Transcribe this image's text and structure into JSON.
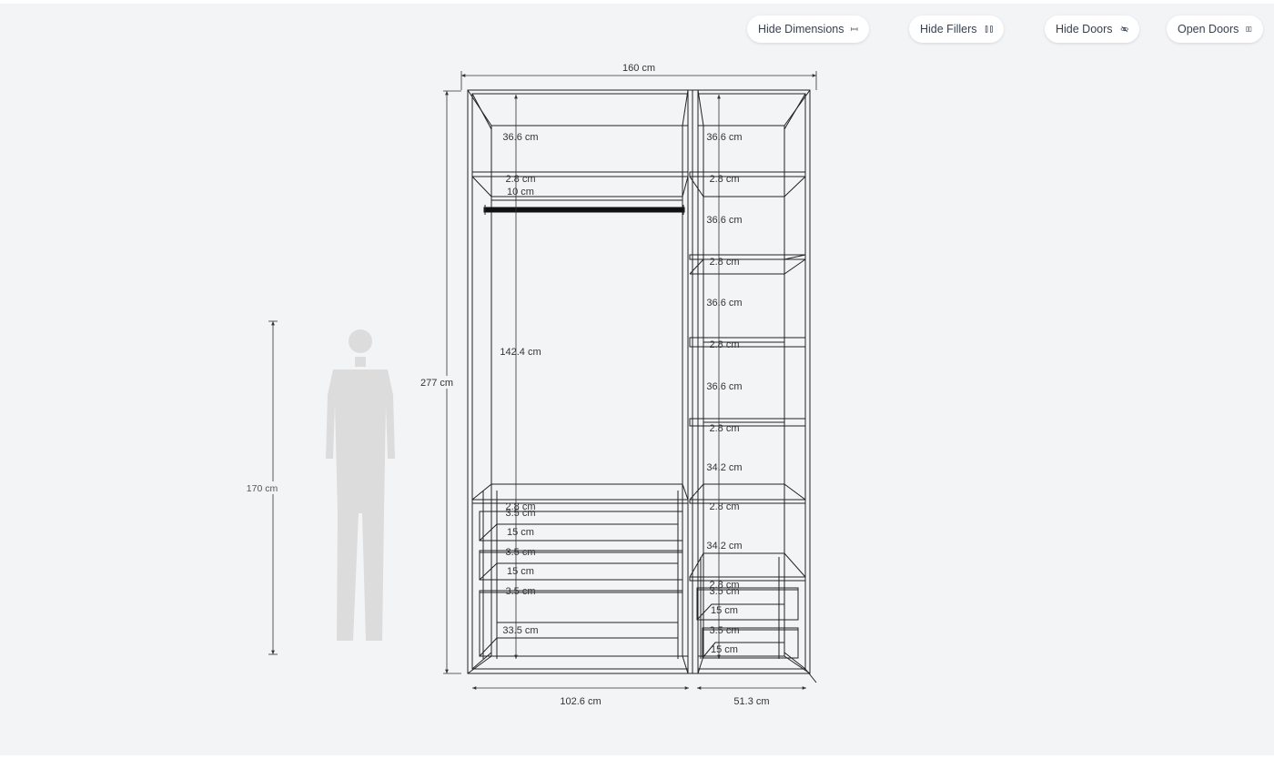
{
  "toolbar": {
    "hide_dimensions": "Hide Dimensions",
    "hide_fillers": "Hide Fillers",
    "hide_doors": "Hide Doors",
    "open_doors": "Open Doors"
  },
  "dimensions": {
    "total_width": "160 cm",
    "total_height": "277 cm",
    "person_height": "170 cm",
    "left_width": "102.6 cm",
    "right_width": "51.3 cm",
    "left_top": "36.6 cm",
    "left_shelf_1": "2.8 cm",
    "left_rail_gap": "10 cm",
    "left_hanging": "142.4 cm",
    "left_shelf_2": "2.8 cm",
    "left_drawer_gap_1": "3.5 cm",
    "left_drawer_1": "15 cm",
    "left_drawer_gap_2": "3.5 cm",
    "left_drawer_2": "15 cm",
    "left_drawer_gap_3": "3.5 cm",
    "left_drawer_3": "33.5 cm",
    "right_space_1": "36.6 cm",
    "right_shelf_1": "2.8 cm",
    "right_space_2": "36.6 cm",
    "right_shelf_2": "2.8 cm",
    "right_space_3": "36.6 cm",
    "right_shelf_3": "2.8 cm",
    "right_space_4": "36.6 cm",
    "right_shelf_4": "2.8 cm",
    "right_space_5": "34.2 cm",
    "right_shelf_5": "2.8 cm",
    "right_space_6": "34.2 cm",
    "right_shelf_6": "2.8 cm",
    "right_drawer_gap_1": "3.5 cm",
    "right_drawer_1": "15 cm",
    "right_drawer_gap_2": "3.5 cm",
    "right_drawer_2": "15 cm"
  },
  "colors": {
    "background": "#f3f4f6",
    "outline": "#222222",
    "person": "#dcdcdc"
  }
}
